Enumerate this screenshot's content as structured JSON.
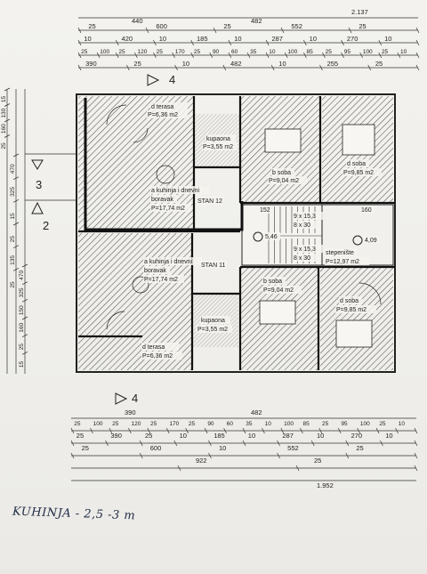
{
  "top_dims": {
    "total": "2.137",
    "row1": [
      "440",
      "482"
    ],
    "row2": [
      "25",
      "600",
      "25",
      "552",
      "25"
    ],
    "row3": [
      "10",
      "420",
      "10",
      "185",
      "10",
      "287",
      "10",
      "270",
      "10"
    ],
    "row4": [
      "25",
      "100",
      "25",
      "120",
      "25",
      "170",
      "25",
      "90",
      "60",
      "35",
      "10",
      "100",
      "85",
      "25",
      "95",
      "100",
      "25",
      "10"
    ],
    "row5": [
      "390",
      "25",
      "10",
      "482",
      "10",
      "255",
      "25"
    ]
  },
  "left_dims": {
    "upper": [
      "15",
      "130",
      "160",
      "25"
    ],
    "middle": [
      "470",
      "325",
      "15",
      "25",
      "135",
      "25"
    ],
    "lower": [
      "470",
      "325",
      "150",
      "160",
      "25",
      "15"
    ]
  },
  "section_marks": {
    "top": "4",
    "left_upper": "3",
    "left_lower": "2",
    "bottom": "4"
  },
  "rooms": {
    "terrace_top": {
      "name": "d terasa",
      "area": "P=6,36 m2"
    },
    "bath_top": {
      "name": "kupaona",
      "area": "P=3,55 m2"
    },
    "bed_b_top": {
      "name": "b soba",
      "area": "P=9,04 m2"
    },
    "bed_d_top": {
      "name": "d soba",
      "area": "P=9,85 m2"
    },
    "kitchen_top": {
      "name": "a kuhinja i dnevni",
      "name2": "boravak",
      "area": "P=17,74 m2"
    },
    "unit_top": "STAN 12",
    "stair_dims": [
      "152",
      "160"
    ],
    "stair1": [
      "9 x 15,3",
      "8 x 30"
    ],
    "stair2": [
      "9 x 15,3",
      "8 x 30"
    ],
    "level_a": "5,46",
    "level_b": "4,09",
    "staircase": {
      "name": "stepenište",
      "area": "P=12,97 m2"
    },
    "kitchen_bottom": {
      "name": "a kuhinja i dnevni",
      "name2": "boravak",
      "area": "P=17,74 m2"
    },
    "unit_bottom": "STAN 11",
    "bed_b_bottom": {
      "name": "b soba",
      "area": "P=9,04 m2"
    },
    "bed_d_bottom": {
      "name": "d soba",
      "area": "P=9,85 m2"
    },
    "bath_bottom": {
      "name": "kupaona",
      "area": "P=3,55 m2"
    },
    "terrace_bottom": {
      "name": "d terasa",
      "area": "P=6,36 m2"
    }
  },
  "bottom_dims": {
    "row1": [
      "390",
      "482"
    ],
    "row2": [
      "25",
      "100",
      "25",
      "120",
      "25",
      "170",
      "25",
      "90",
      "60",
      "35",
      "10",
      "100",
      "85",
      "25",
      "95",
      "100",
      "25",
      "10"
    ],
    "row3": [
      "25",
      "390",
      "25",
      "10",
      "185",
      "10",
      "287",
      "10",
      "270",
      "10"
    ],
    "row4": [
      "25",
      "600",
      "10",
      "552",
      "25"
    ],
    "row5": [
      "922",
      "25"
    ],
    "total": "1.952"
  },
  "note": "KUHINJA - 2,5 -3 m"
}
